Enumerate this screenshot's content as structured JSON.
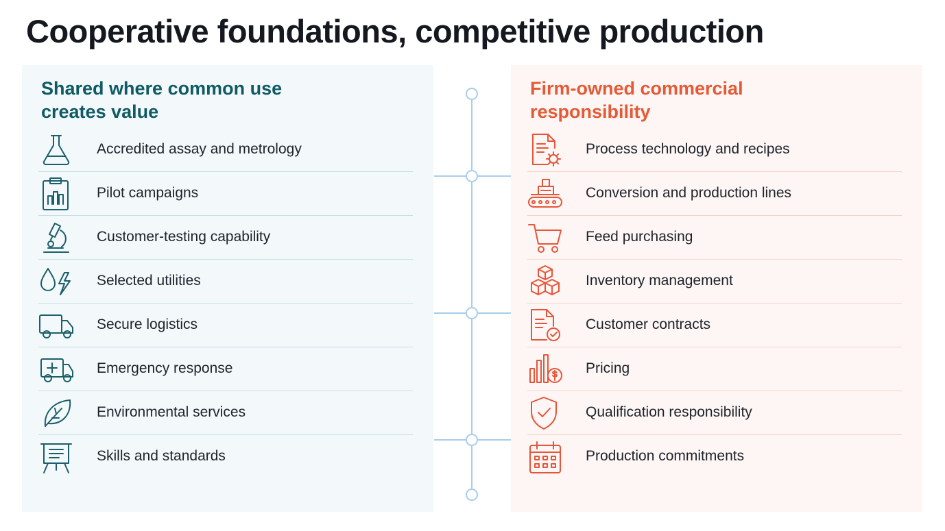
{
  "title": "Cooperative foundations, competitive production",
  "left": {
    "heading": "Shared where common use creates value",
    "items": [
      {
        "label": "Accredited assay and metrology",
        "icon": "flask-icon"
      },
      {
        "label": "Pilot campaigns",
        "icon": "clipboard-chart-icon"
      },
      {
        "label": "Customer-testing capability",
        "icon": "microscope-icon"
      },
      {
        "label": "Selected utilities",
        "icon": "water-drop-lightning-icon"
      },
      {
        "label": "Secure logistics",
        "icon": "truck-icon"
      },
      {
        "label": "Emergency response",
        "icon": "ambulance-icon"
      },
      {
        "label": "Environmental services",
        "icon": "leaf-icon"
      },
      {
        "label": "Skills and standards",
        "icon": "training-board-icon"
      }
    ]
  },
  "right": {
    "heading": "Firm-owned commercial responsibility",
    "items": [
      {
        "label": "Process technology and recipes",
        "icon": "document-gear-icon"
      },
      {
        "label": "Conversion and production lines",
        "icon": "conveyor-machine-icon"
      },
      {
        "label": "Feed purchasing",
        "icon": "shopping-cart-icon"
      },
      {
        "label": "Inventory management",
        "icon": "boxes-icon"
      },
      {
        "label": "Customer contracts",
        "icon": "contract-check-icon"
      },
      {
        "label": "Pricing",
        "icon": "bar-chart-dollar-icon"
      },
      {
        "label": "Qualification responsibility",
        "icon": "shield-check-icon"
      },
      {
        "label": "Production commitments",
        "icon": "calendar-icon"
      }
    ]
  },
  "colors": {
    "left_accent": "#0f5a64",
    "right_accent": "#e45a36",
    "connector": "#a9cde6"
  }
}
